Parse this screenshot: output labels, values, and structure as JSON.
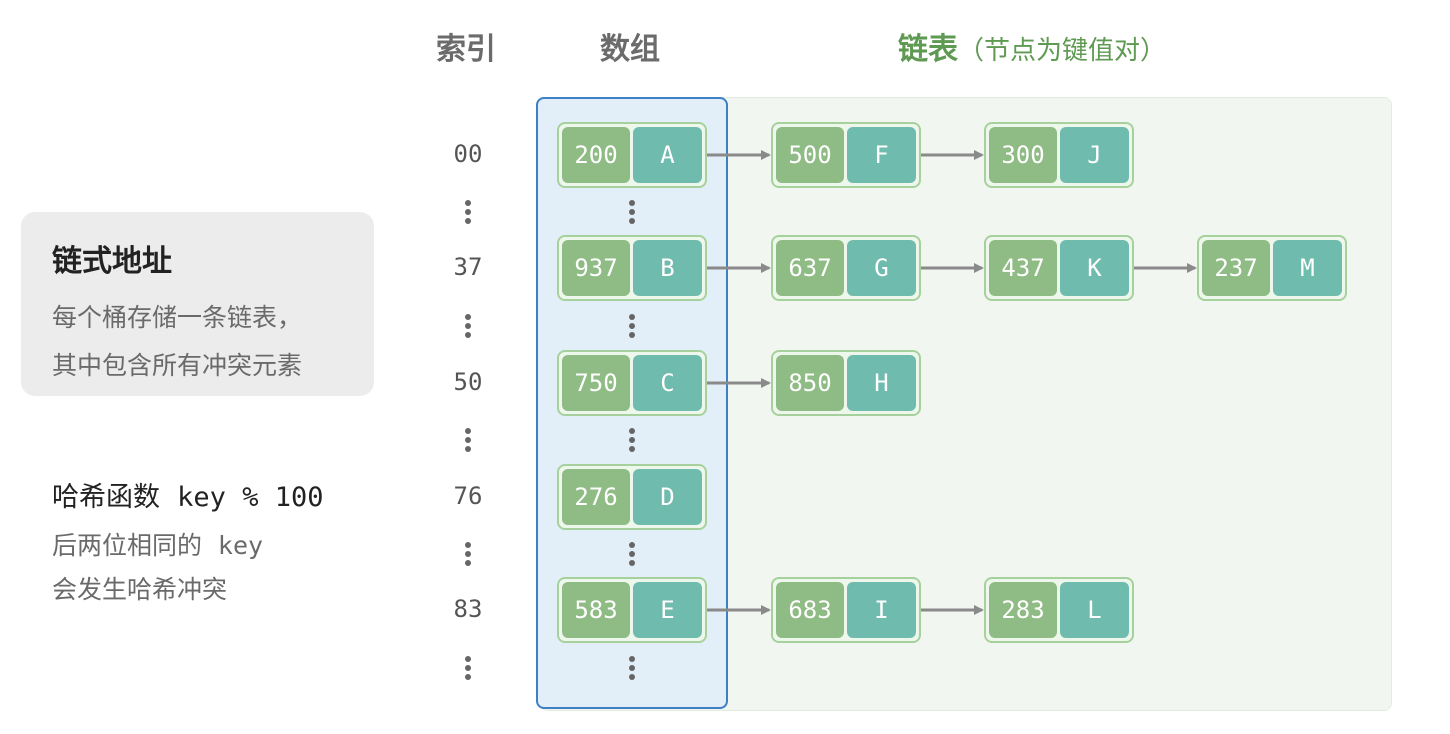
{
  "headers": {
    "index": "索引",
    "array": "数组",
    "list": "链表",
    "list_note": "（节点为键值对）"
  },
  "callout": {
    "title": "链式地址",
    "line1": "每个桶存储一条链表，",
    "line2": "其中包含所有冲突元素"
  },
  "hash": {
    "title": "哈希函数",
    "formula": "key % 100",
    "line1_pre": "后两位相同的",
    "line1_key": "key",
    "line2": "会发生哈希冲突"
  },
  "buckets": [
    {
      "index": "00",
      "nodes": [
        {
          "key": "200",
          "value": "A"
        },
        {
          "key": "500",
          "value": "F"
        },
        {
          "key": "300",
          "value": "J"
        }
      ]
    },
    {
      "index": "37",
      "nodes": [
        {
          "key": "937",
          "value": "B"
        },
        {
          "key": "637",
          "value": "G"
        },
        {
          "key": "437",
          "value": "K"
        },
        {
          "key": "237",
          "value": "M"
        }
      ]
    },
    {
      "index": "50",
      "nodes": [
        {
          "key": "750",
          "value": "C"
        },
        {
          "key": "850",
          "value": "H"
        }
      ]
    },
    {
      "index": "76",
      "nodes": [
        {
          "key": "276",
          "value": "D"
        }
      ]
    },
    {
      "index": "83",
      "nodes": [
        {
          "key": "583",
          "value": "E"
        },
        {
          "key": "683",
          "value": "I"
        },
        {
          "key": "283",
          "value": "L"
        }
      ]
    }
  ],
  "colors": {
    "key_fill": "#8fbb84",
    "value_fill": "#6fbbae",
    "array_border": "#3d80c6",
    "arrow": "#8a8a8a"
  }
}
